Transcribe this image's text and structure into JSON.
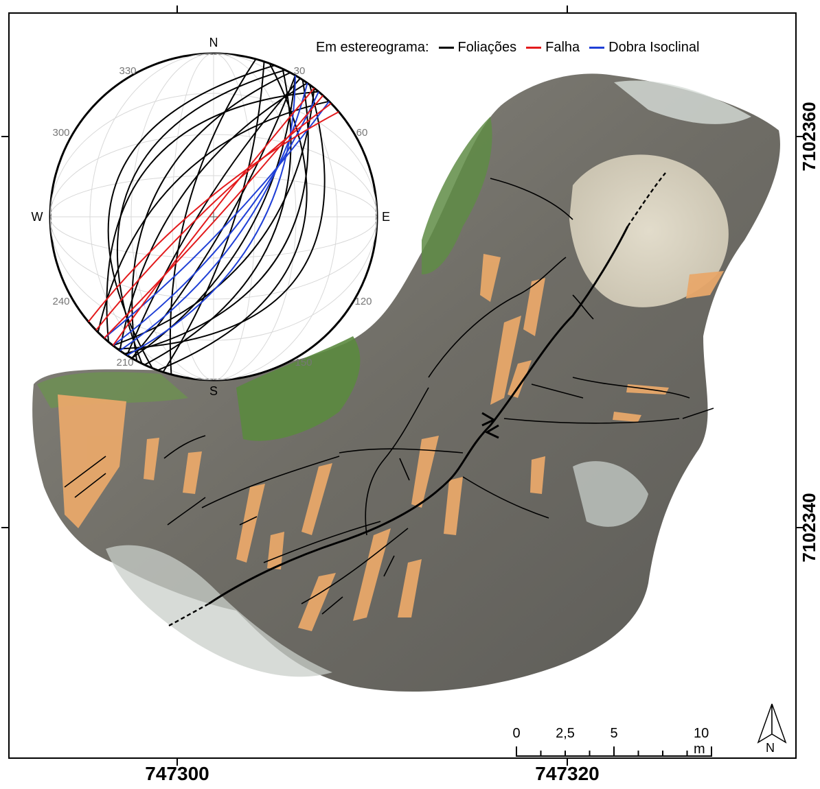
{
  "map": {
    "x_coords": [
      "747300",
      "747320"
    ],
    "y_coords": [
      "7102360",
      "7102340"
    ]
  },
  "legend": {
    "title": "Em estereograma:",
    "items": [
      {
        "label": "Foliações",
        "color": "#000000"
      },
      {
        "label": "Falha",
        "color": "#e31a1c"
      },
      {
        "label": "Dobra Isoclinal",
        "color": "#1f3fd6"
      }
    ]
  },
  "stereonet": {
    "cardinals": {
      "n": "N",
      "e": "E",
      "s": "S",
      "w": "W"
    },
    "azimuth_labels": [
      "30",
      "60",
      "120",
      "150",
      "210",
      "240",
      "300",
      "330"
    ]
  },
  "scalebar": {
    "labels": [
      "0",
      "2,5",
      "5",
      "10 m"
    ]
  },
  "north_arrow": {
    "label": "N"
  },
  "colors": {
    "outcrop_rock": "#7d7b73",
    "vegetation": "#5e8f45",
    "sand": "#d9d3c2",
    "highlight_folds": "#e8a86a"
  }
}
